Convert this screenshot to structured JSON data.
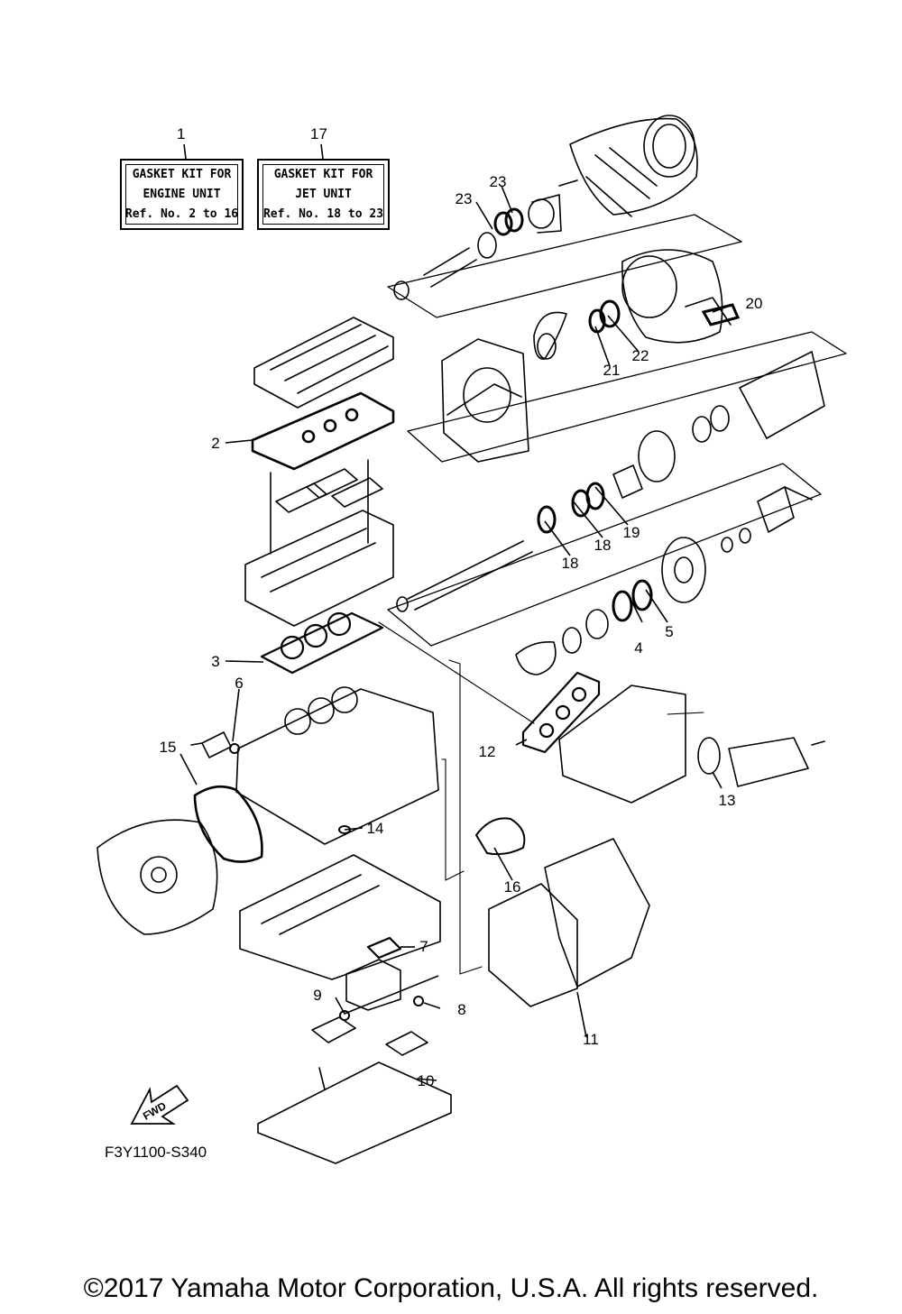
{
  "kits": [
    {
      "ref": "1",
      "line1": "GASKET KIT FOR",
      "line2": "ENGINE UNIT",
      "line3": "Ref. No. 2 to 16"
    },
    {
      "ref": "17",
      "line1": "GASKET KIT FOR",
      "line2": "JET UNIT",
      "line3": "Ref. No. 18 to 23"
    }
  ],
  "callouts": [
    "2",
    "3",
    "4",
    "5",
    "6",
    "7",
    "8",
    "9",
    "10",
    "11",
    "12",
    "13",
    "14",
    "15",
    "16",
    "18",
    "18",
    "19",
    "20",
    "21",
    "22",
    "23",
    "23"
  ],
  "fwd_label": "FWD",
  "diagram_code": "F3Y1100-S340",
  "copyright": "©2017 Yamaha Motor Corporation, U.S.A. All rights reserved."
}
